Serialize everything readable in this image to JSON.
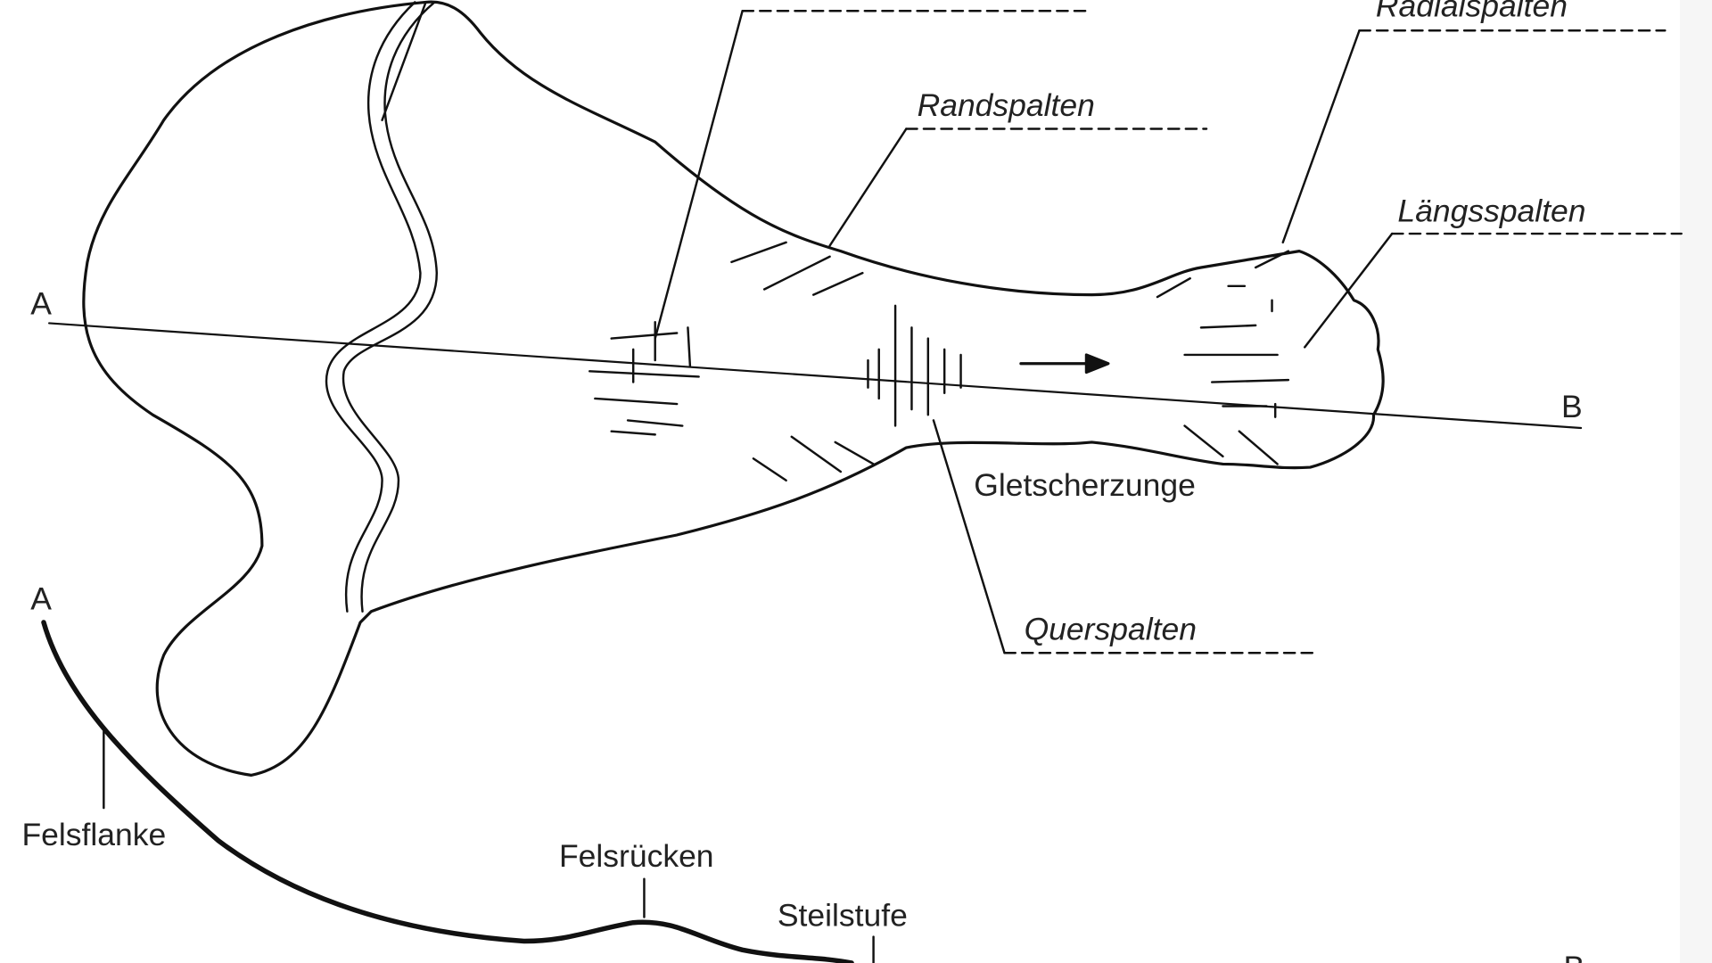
{
  "labels": {
    "radialspalten": "Radialspalten",
    "randspalten": "Randspalten",
    "laengsspalten": "Längsspalten",
    "querspalten": "Querspalten",
    "gletscherzunge": "Gletscherzunge",
    "felsflanke": "Felsflanke",
    "felsruecken": "Felsrücken",
    "steilstufe": "Steilstufe",
    "point_a_top": "A",
    "point_b_top": "B",
    "point_a_profile": "A",
    "point_b_profile": "B"
  }
}
